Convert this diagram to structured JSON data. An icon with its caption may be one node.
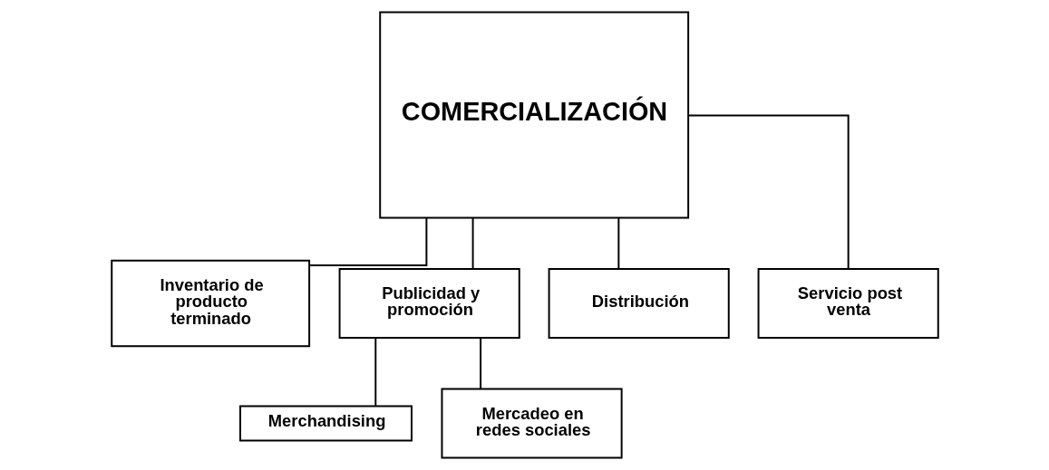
{
  "diagram": {
    "nodes": [
      {
        "text": [
          "COMERCIALIZACIÓN"
        ]
      },
      {
        "text": [
          "Inventario de producto terminado"
        ]
      },
      {
        "text": [
          "Publicidad y promoción"
        ]
      },
      {
        "text": [
          "Distribución"
        ]
      },
      {
        "text": [
          "Servicio post venta"
        ]
      },
      {
        "text": [
          "Merchandising"
        ]
      },
      {
        "text": [
          "Mercadeo en redes sociales"
        ]
      }
    ],
    "edges": [
      {
        "from": 0,
        "to": 1,
        "arrow": "none"
      },
      {
        "from": 0,
        "to": 2,
        "arrow": "none"
      },
      {
        "from": 0,
        "to": 3,
        "arrow": "none"
      },
      {
        "from": 0,
        "to": 4,
        "arrow": "none"
      },
      {
        "from": 2,
        "to": 5,
        "arrow": "none"
      },
      {
        "from": 2,
        "to": 6,
        "arrow": "none"
      }
    ]
  }
}
